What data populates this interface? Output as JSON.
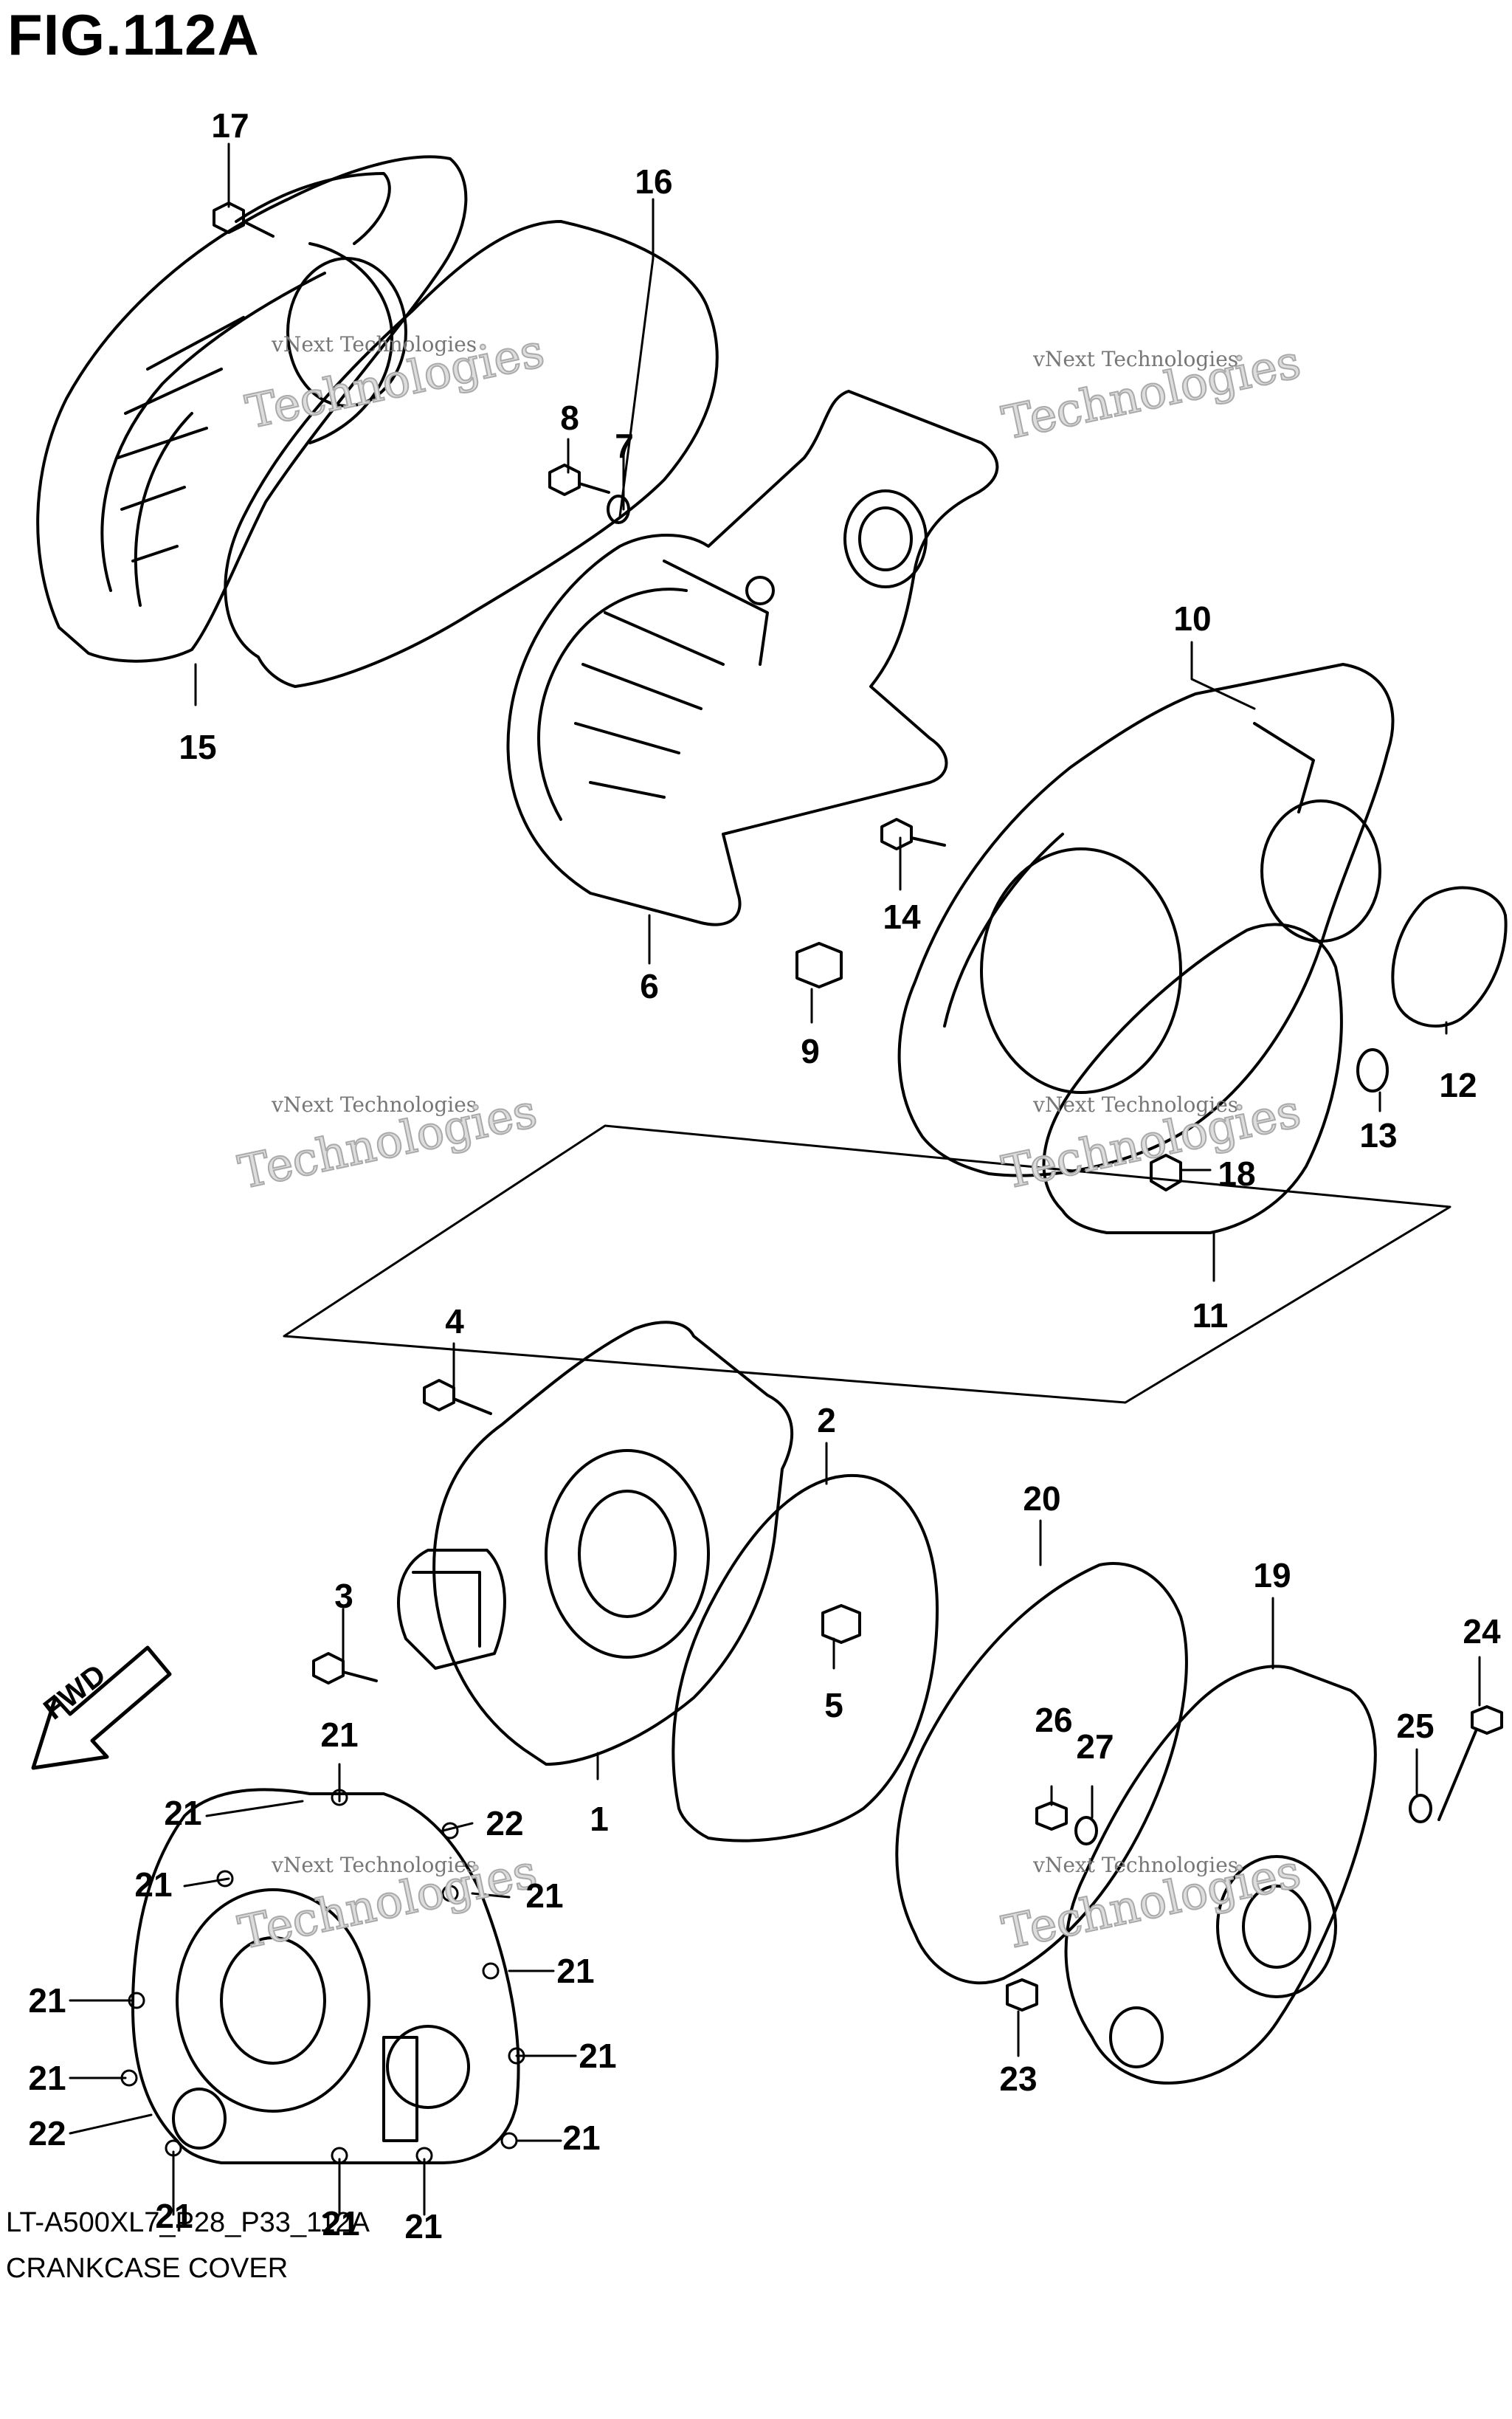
{
  "header": {
    "title": "FIG.112A"
  },
  "footer": {
    "code": "LT-A500XL7_P28_P33_112A",
    "name": "CRANKCASE COVER"
  },
  "fwd_label": "FWD",
  "watermark": {
    "line1": "vNext Technologies",
    "line2": "Technologies"
  },
  "callouts": [
    {
      "id": "n1",
      "text": "1"
    },
    {
      "id": "n2",
      "text": "2"
    },
    {
      "id": "n3",
      "text": "3"
    },
    {
      "id": "n4",
      "text": "4"
    },
    {
      "id": "n5",
      "text": "5"
    },
    {
      "id": "n6",
      "text": "6"
    },
    {
      "id": "n7",
      "text": "7"
    },
    {
      "id": "n8",
      "text": "8"
    },
    {
      "id": "n9",
      "text": "9"
    },
    {
      "id": "n10",
      "text": "10"
    },
    {
      "id": "n11",
      "text": "11"
    },
    {
      "id": "n12",
      "text": "12"
    },
    {
      "id": "n13",
      "text": "13"
    },
    {
      "id": "n14",
      "text": "14"
    },
    {
      "id": "n15",
      "text": "15"
    },
    {
      "id": "n16",
      "text": "16"
    },
    {
      "id": "n17",
      "text": "17"
    },
    {
      "id": "n18",
      "text": "18"
    },
    {
      "id": "n19",
      "text": "19"
    },
    {
      "id": "n20",
      "text": "20"
    },
    {
      "id": "n21",
      "text": "21"
    },
    {
      "id": "n22",
      "text": "22"
    },
    {
      "id": "n23",
      "text": "23"
    },
    {
      "id": "n24",
      "text": "24"
    },
    {
      "id": "n25",
      "text": "25"
    },
    {
      "id": "n26",
      "text": "26"
    },
    {
      "id": "n27",
      "text": "27"
    }
  ]
}
